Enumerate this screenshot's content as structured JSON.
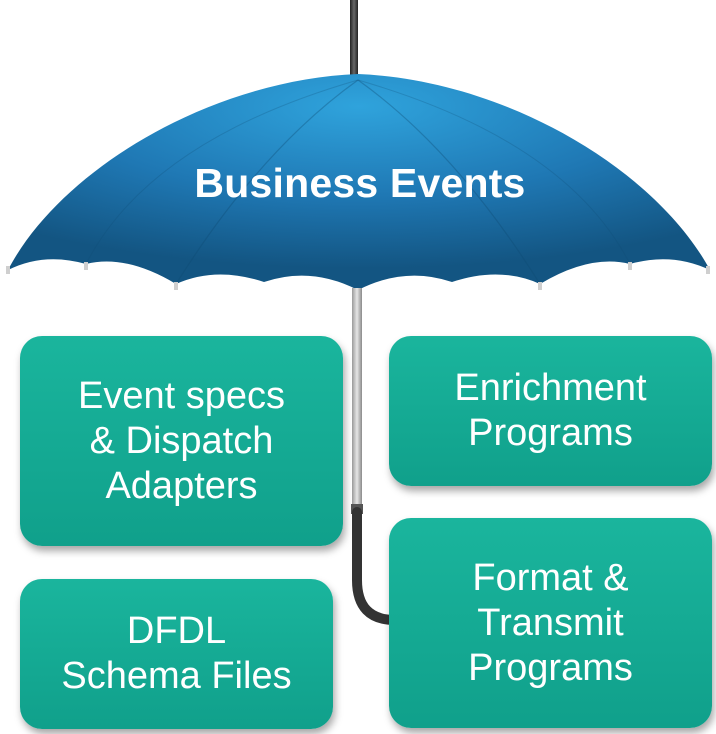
{
  "umbrella": {
    "title": "Business Events",
    "canopy_color": "#2d8fc4",
    "canopy_dark": "#15578a",
    "handle_color": "#3a3a3a"
  },
  "boxes": {
    "event_specs": "Event specs\n& Dispatch\nAdapters",
    "enrichment": "Enrichment\nPrograms",
    "dfdl": "DFDL\nSchema Files",
    "format_transmit": "Format &\nTransmit\nPrograms",
    "box_color": "#12a790"
  }
}
